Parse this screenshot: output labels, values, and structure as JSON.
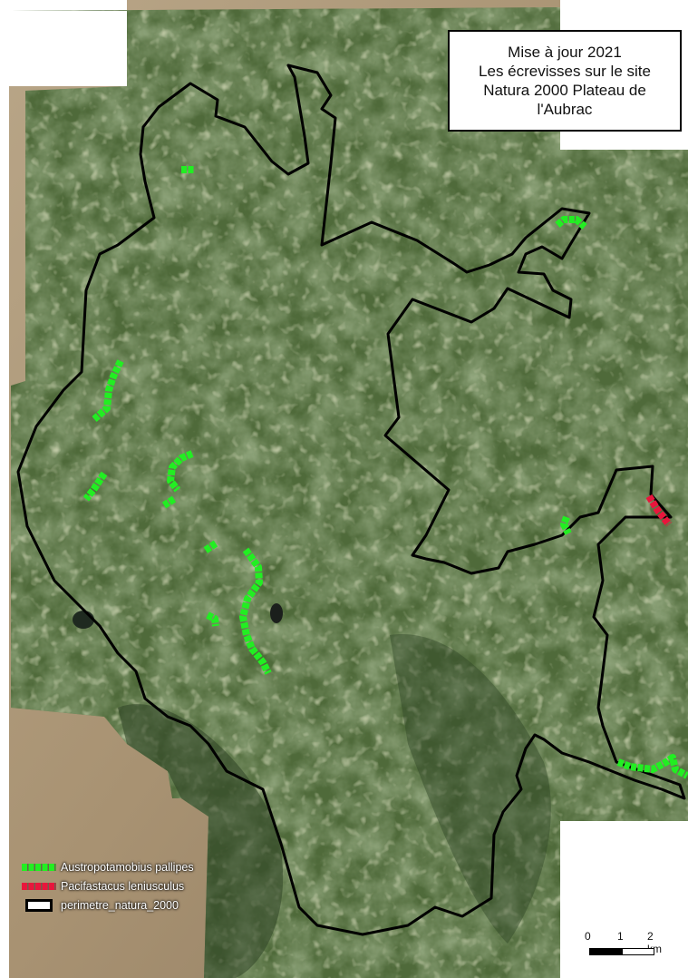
{
  "title_lines": [
    "Mise à jour 2021",
    "Les écrevisses sur le site",
    "Natura 2000 Plateau de",
    "l'Aubrac"
  ],
  "legend": [
    {
      "label": "Austropotamobius pallipes",
      "color": "#22ee22",
      "kind": "line"
    },
    {
      "label": "Pacifastacus leniusculus",
      "color": "#e8163c",
      "kind": "line"
    },
    {
      "label": "perimetre_natura_2000",
      "color": "#000000",
      "kind": "polygon"
    }
  ],
  "scale_bar": {
    "labels": [
      "0",
      "1",
      "2 km"
    ]
  },
  "colors": {
    "austropotamobius": "#22ee22",
    "pacifastacus": "#e8163c",
    "perimeter": "#000000",
    "map_land": "#4f6a3a"
  }
}
